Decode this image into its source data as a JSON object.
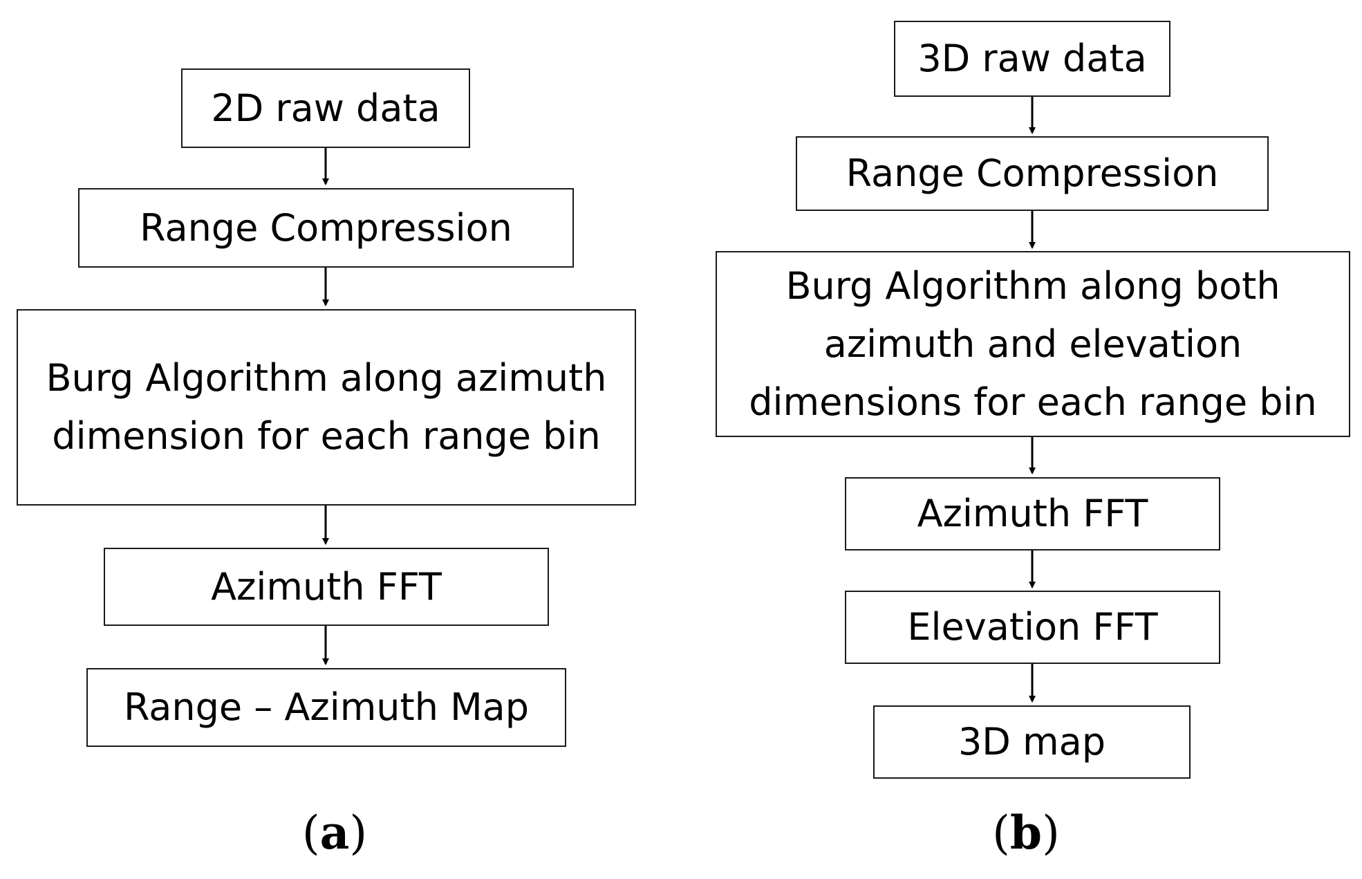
{
  "panel_a": {
    "steps": [
      "2D raw data",
      "Range Compression",
      "Burg Algorithm along azimuth dimension for each range bin",
      "Azimuth FFT",
      "Range – Azimuth Map"
    ],
    "caption_open": "(",
    "caption_letter": "a",
    "caption_close": ")"
  },
  "panel_b": {
    "steps": [
      "3D raw data",
      "Range Compression",
      "Burg Algorithm along both azimuth and elevation dimensions for each range bin",
      "Azimuth FFT",
      "Elevation FFT",
      "3D map"
    ],
    "caption_open": "(",
    "caption_letter": "b",
    "caption_close": ")"
  }
}
